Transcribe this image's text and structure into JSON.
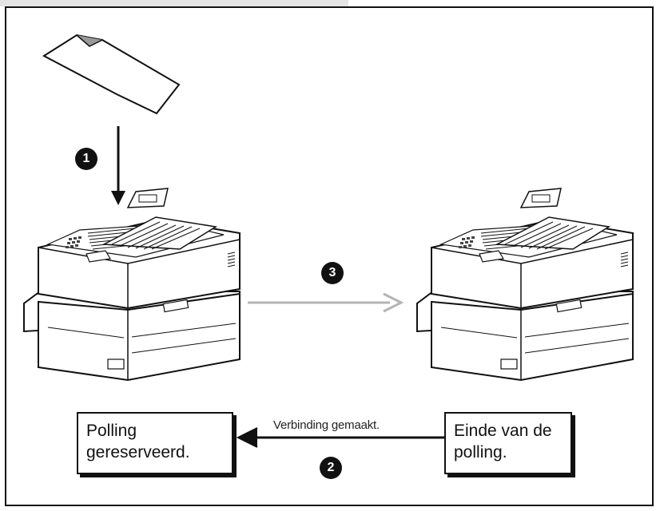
{
  "steps": {
    "one": "1",
    "two": "2",
    "three": "3"
  },
  "connection_label": "Verbinding gemaakt.",
  "box_left": "Polling\ngereserveerd.",
  "box_right": "Einde van de\npolling.",
  "colors": {
    "line": "#111111",
    "transfer_arrow": "#b4b4b4",
    "badge": "#111111"
  },
  "icons": [
    "document-icon",
    "fax-machine-icon",
    "arrow-down-icon",
    "arrow-right-icon",
    "arrow-left-icon"
  ]
}
